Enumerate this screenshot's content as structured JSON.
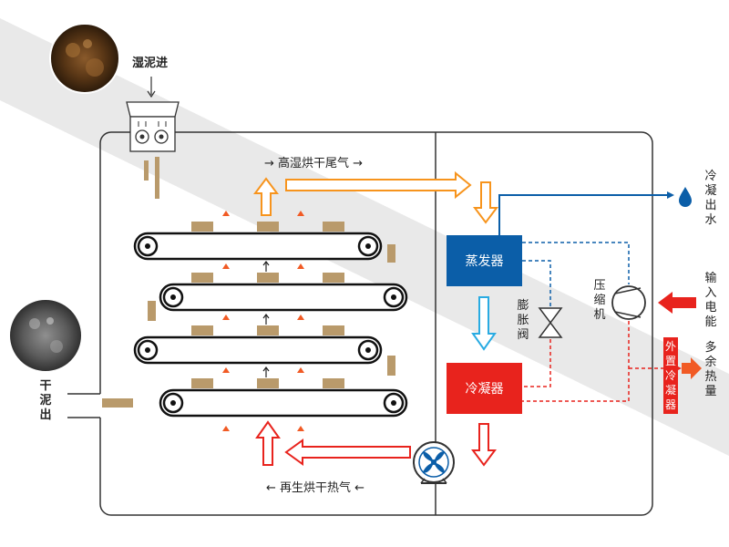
{
  "labels": {
    "wet_sludge_in": "湿泥进",
    "dry_sludge_out": "干泥出",
    "exhaust": "→ 高湿烘干尾气 →",
    "hot_air": "← 再生烘干热气 ←",
    "evaporator": "蒸发器",
    "condenser": "冷凝器",
    "expansion_valve": "膨胀阀",
    "compressor": "压缩机",
    "condensed_water": "冷凝出水",
    "power_input": "输入电能",
    "excess_heat": "多余热量",
    "external_condenser": "外置冷凝器"
  },
  "colors": {
    "orange": "#f7941d",
    "red": "#e8231d",
    "blue": "#0b5ea8",
    "light_blue": "#29abe2",
    "tan": "#b99a6b",
    "frame": "#333333",
    "band": "#e6e6e6"
  },
  "icons": {
    "fan": "fan-icon",
    "compressor": "compressor-icon",
    "expansion_valve": "expansion-valve-icon",
    "water_drop": "water-drop-icon"
  }
}
